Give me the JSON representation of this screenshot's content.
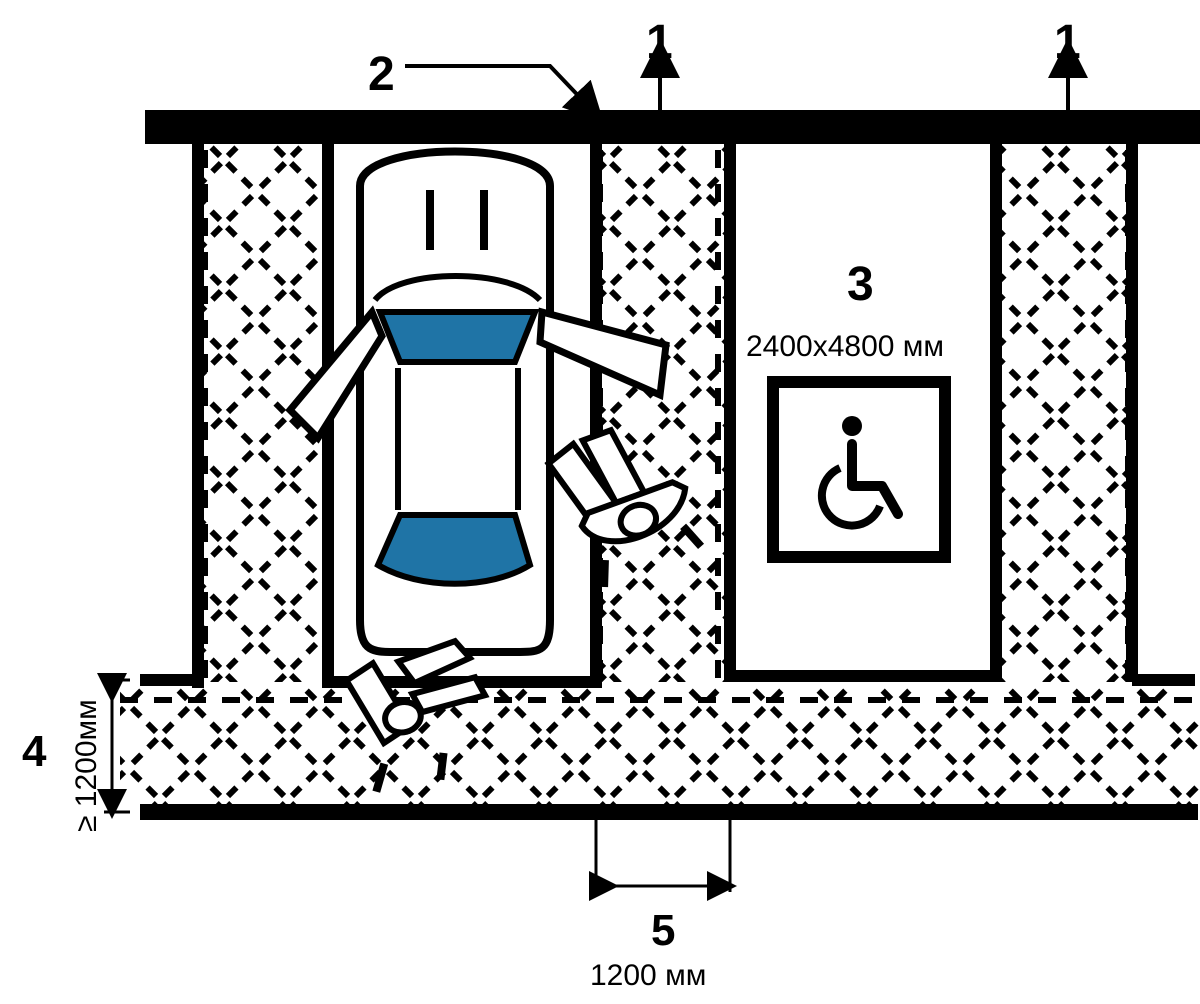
{
  "labels": {
    "curb_marker_left": "1",
    "curb_marker_right": "1",
    "marking_marker": "2",
    "space_marker": "3",
    "space_size": "2400x4800 мм",
    "walkway_marker": "4",
    "walkway_width": "≥ 1200мм",
    "crossing_marker": "5",
    "crossing_width": "1200 мм"
  },
  "colors": {
    "lines": "#000000",
    "background": "#ffffff",
    "car_glass": "#1f74a6"
  },
  "icons": {
    "accessibility": "wheelchair-icon",
    "vehicle": "car-icon",
    "person": "wheelchair-user-icon"
  }
}
